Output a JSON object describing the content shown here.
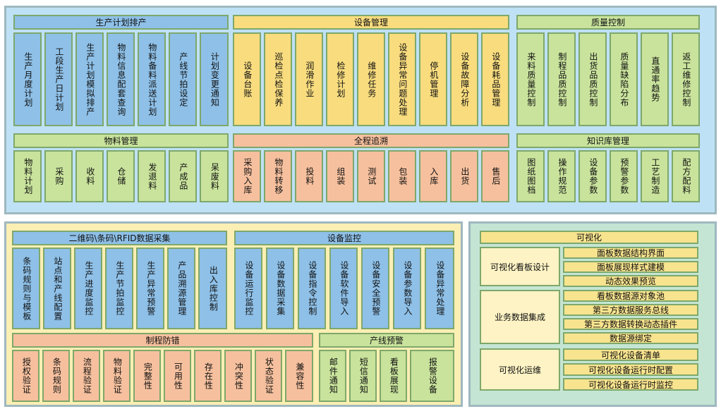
{
  "production_planning": {
    "title": "生产计划排产",
    "items": [
      "生产月度计划",
      "工段生产日计划",
      "生产计划模拟排产",
      "物料信息配套查询",
      "物料备料派送计划",
      "产线节拍设定",
      "计划变更通知"
    ]
  },
  "equipment_management": {
    "title": "设备管理",
    "items": [
      "设备台账",
      "巡检点检保养",
      "润滑作业",
      "检修计划",
      "维修任务",
      "设备异常问题处理",
      "停机管理",
      "设备故障分析",
      "设备耗品管理"
    ]
  },
  "quality_control": {
    "title": "质量控制",
    "items": [
      "来料质量控制",
      "制程品质控制",
      "出货品质控制",
      "质量缺陷分布",
      "直通率趋势",
      "返工维修控制"
    ]
  },
  "material_management": {
    "title": "物料管理",
    "items": [
      "物料计划",
      "采购",
      "收料",
      "仓储",
      "发退料",
      "产成品",
      "呆废料"
    ]
  },
  "traceability": {
    "title": "全程追溯",
    "items": [
      "采购入库",
      "物料转移",
      "投料",
      "组装",
      "测试",
      "包装",
      "入库",
      "出货",
      "售后"
    ]
  },
  "knowledge_base": {
    "title": "知识库管理",
    "items": [
      "图纸图档",
      "操作规范",
      "设备参数",
      "预警参数",
      "工艺制造",
      "配方配料"
    ]
  },
  "data_collection": {
    "title": "二维码\\条码\\RFID数据采集",
    "items": [
      "条码规则与模板",
      "站点和产线配置",
      "生产进度监控",
      "生产节拍监控",
      "生产异常预警",
      "产品溯源管理",
      "出入库控制"
    ]
  },
  "equipment_monitoring": {
    "title": "设备监控",
    "items": [
      "设备运行监控",
      "设备数据采集",
      "设备指令控制",
      "设备软件导入",
      "设备安全预警",
      "设备参数导入",
      "设备异常处理"
    ]
  },
  "error_proofing": {
    "title": "制程防错",
    "items": [
      "授权验证",
      "条码规则",
      "流程验证",
      "物料验证",
      "完整性",
      "可用性",
      "存在性",
      "冲突性",
      "状态验证",
      "兼容性"
    ]
  },
  "line_warning": {
    "title": "产线预警",
    "items": [
      "邮件通知",
      "短信通知",
      "看板展现",
      "报警设备"
    ]
  },
  "visualization": {
    "title": "可视化",
    "groups": [
      {
        "label": "可视化看板设计",
        "items": [
          "面板数据结构界面",
          "面板展现样式建模",
          "动态效果预览"
        ]
      },
      {
        "label": "业务数据集成",
        "items": [
          "看板数据源对象池",
          "第三方数据服务总线",
          "第三方数据转换动态插件",
          "数据源绑定"
        ]
      },
      {
        "label": "可视化运维",
        "items": [
          "可视化设备清单",
          "可视化设备运行时配置",
          "可视化设备运行时监控"
        ]
      }
    ]
  },
  "colors": {
    "blue": "#8ec0e8",
    "yellow": "#f8dc7e",
    "green": "#c9e39c",
    "salmon": "#f6c09e",
    "panel_top": "#bfe1f5",
    "panel_bottom_left": "#fcefb4",
    "panel_bottom_right": "#c5e5d4"
  }
}
